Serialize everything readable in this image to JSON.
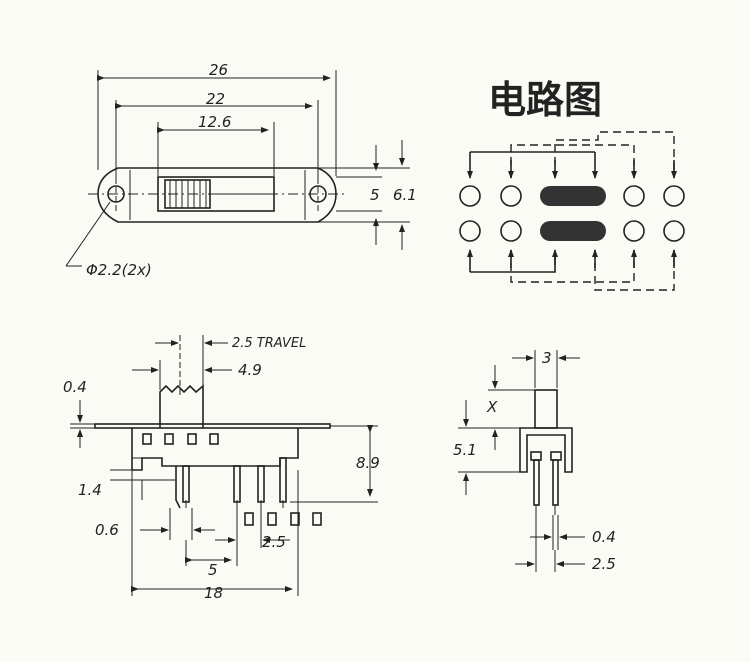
{
  "circuit_title": "电路图",
  "top_view": {
    "dim_overall": "26",
    "dim_holes": "22",
    "dim_slot": "12.6",
    "dim_height_inner": "5",
    "dim_height_outer": "6.1",
    "dim_hole_diameter": "Φ2.2(2x)"
  },
  "front_view": {
    "dim_travel": "2.5 TRAVEL",
    "dim_knob": "4.9",
    "dim_plate": "0.4",
    "dim_height": "8.9",
    "dim_bottom_step": "1.4",
    "dim_pin_width": "0.6",
    "dim_pin_pitch": "2.5",
    "dim_pin_span": "5",
    "dim_length": "18"
  },
  "side_view": {
    "dim_knob_width": "3",
    "dim_x": "X",
    "dim_body": "5.1",
    "dim_pin_thickness": "0.4",
    "dim_pin_row": "2.5"
  }
}
